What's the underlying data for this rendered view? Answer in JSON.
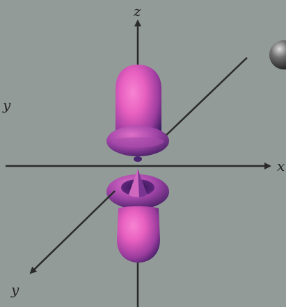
{
  "axes": {
    "z": "z",
    "x": "x",
    "y_back": "y",
    "y_front": "y"
  },
  "colors": {
    "background": "#929b98",
    "axis": "#2a2a2a",
    "lobe_highlight": "#f26fc7",
    "lobe_mid": "#c94fb0",
    "lobe_shadow": "#3d1c63",
    "sphere": "#4a4a4a"
  },
  "icons": {
    "corner_sphere": "gray-sphere-icon"
  }
}
